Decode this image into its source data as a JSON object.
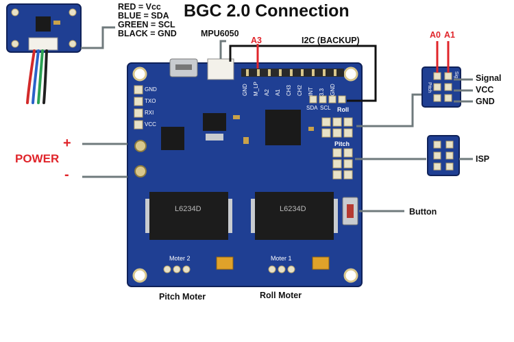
{
  "title": "BGC 2.0 Connection",
  "wire_legend": [
    "RED = Vcc",
    "BLUE = SDA",
    "GREEN = SCL",
    "BLACK = GND"
  ],
  "labels": {
    "mpu": "MPU6050",
    "a3": "A3",
    "i2c": "I2C (BACKUP)",
    "a0": "A0",
    "a1": "A1",
    "signal": "Signal",
    "vcc": "VCC",
    "gnd": "GND",
    "isp": "ISP",
    "power": "POWER",
    "plus": "+",
    "minus": "-",
    "button": "Button",
    "pitch_moter": "Pitch Moter",
    "roll_moter": "Roll Moter"
  },
  "board_pins_left": [
    "GND",
    "TXO",
    "RXI",
    "VCC"
  ],
  "board_pins_top": [
    "GND",
    "M_LP",
    "A2",
    "A1",
    "CH3",
    "CH2",
    "INT",
    "3.3",
    "GND"
  ],
  "board_labels": {
    "sda": "SDA",
    "scl": "SCL",
    "roll": "Roll",
    "pitch": "Pitch",
    "moter2": "Moter 2",
    "moter1": "Moter 1",
    "chip": "L6234D"
  },
  "small_board_labels": {
    "signal_short": "Sig",
    "pitch_short": "Pitch"
  },
  "colors": {
    "board": "#1f3f93",
    "board_dark": "#142c70",
    "accent_red": "#e0242a",
    "wire": "#6f7a7c"
  }
}
